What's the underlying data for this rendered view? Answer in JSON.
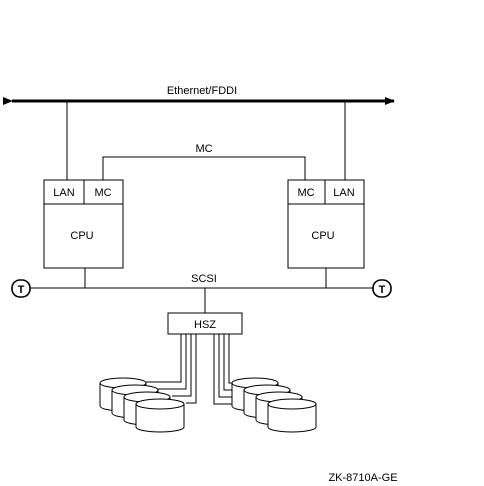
{
  "network": {
    "label": "Ethernet/FDDI"
  },
  "interconnect": {
    "label": "MC"
  },
  "bus": {
    "label": "SCSI"
  },
  "cpu_left": {
    "lan": "LAN",
    "mc": "MC",
    "cpu": "CPU"
  },
  "cpu_right": {
    "mc": "MC",
    "lan": "LAN",
    "cpu": "CPU"
  },
  "terminator_left": {
    "label": "T"
  },
  "terminator_right": {
    "label": "T"
  },
  "controller": {
    "label": "HSZ"
  },
  "disks_left_count": 4,
  "disks_right_count": 4,
  "figure_id": "ZK-8710A-GE"
}
